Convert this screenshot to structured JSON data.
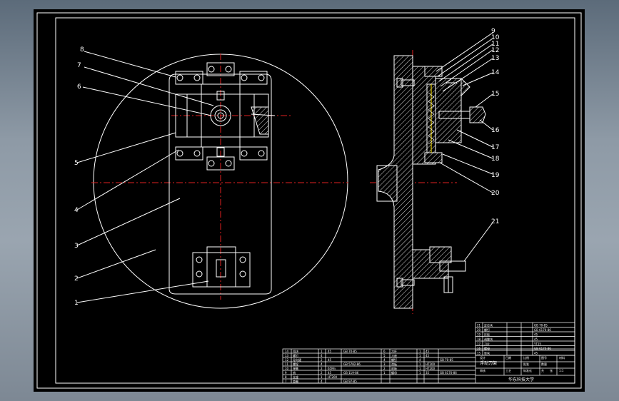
{
  "drawing": {
    "part_numbers": [
      "1",
      "2",
      "3",
      "4",
      "5",
      "6",
      "7",
      "8",
      "9",
      "10",
      "11",
      "12",
      "13",
      "14",
      "15",
      "16",
      "17",
      "18",
      "19",
      "20",
      "21"
    ],
    "title_block": {
      "name": "浮动刀架",
      "company": "华东科技大学",
      "scale": "1:1",
      "sheet_label_a": "共",
      "sheet_label_b": "张",
      "fields": [
        "设计",
        "审核",
        "工艺",
        "标准化",
        "批准",
        "日期",
        "比例",
        "图号",
        "材料",
        "数量"
      ]
    },
    "bom": {
      "left": [
        {
          "no": "14",
          "name": "挡块",
          "qty": "1",
          "mat": "45",
          "std": "GB 70-85"
        },
        {
          "no": "13",
          "name": "螺钉",
          "qty": "4",
          "mat": "",
          "std": ""
        },
        {
          "no": "12",
          "name": "导向键",
          "qty": "2",
          "mat": "45",
          "std": ""
        },
        {
          "no": "11",
          "name": "螺栓",
          "qty": "4",
          "mat": "",
          "std": "GB 5782-86"
        },
        {
          "no": "10",
          "name": "弹簧",
          "qty": "2",
          "mat": "65Mn",
          "std": ""
        },
        {
          "no": "9",
          "name": "销",
          "qty": "2",
          "mat": "45",
          "std": "GB 119-86"
        },
        {
          "no": "8",
          "name": "支座",
          "qty": "1",
          "mat": "HT200",
          "std": ""
        },
        {
          "no": "7",
          "name": "垫圈",
          "qty": "4",
          "mat": "",
          "std": "GB 97-85"
        }
      ],
      "right": [
        {
          "no": "6",
          "name": "刀杆",
          "qty": "1",
          "mat": "45",
          "std": ""
        },
        {
          "no": "5",
          "name": "刀座",
          "qty": "1",
          "mat": "45",
          "std": ""
        },
        {
          "no": "4",
          "name": "螺钉",
          "qty": "4",
          "mat": "",
          "std": "GB 70-85"
        },
        {
          "no": "3",
          "name": "滑板",
          "qty": "1",
          "mat": "HT200",
          "std": ""
        },
        {
          "no": "2",
          "name": "底板",
          "qty": "1",
          "mat": "HT200",
          "std": ""
        },
        {
          "no": "1",
          "name": "螺母",
          "qty": "1",
          "mat": "35",
          "std": "GB 6170-86"
        }
      ],
      "upper": [
        {
          "no": "21",
          "name": "定位块",
          "std": "GB 70-85"
        },
        {
          "no": "20",
          "name": "螺钉",
          "std": "GB 6170-86"
        },
        {
          "no": "19",
          "name": "压板",
          "std": "45"
        },
        {
          "no": "18",
          "name": "调整块",
          "std": "45"
        },
        {
          "no": "17",
          "name": "刀片",
          "std": "YT15"
        },
        {
          "no": "16",
          "name": "螺母",
          "std": "GB 6170-86"
        },
        {
          "no": "15",
          "name": "垫块",
          "std": "45"
        }
      ]
    }
  }
}
